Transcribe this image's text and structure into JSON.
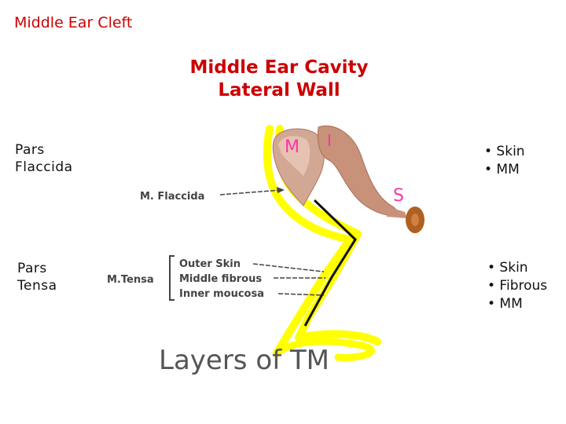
{
  "slide": {
    "section": "Middle Ear Cleft",
    "title_line1": "Middle Ear Cavity",
    "title_line2": "Lateral Wall",
    "pars_flaccida_line1": "Pars",
    "pars_flaccida_line2": "Flaccida",
    "pars_tensa_line1": "Pars",
    "pars_tensa_line2": "Tensa",
    "flaccida_layers": [
      "• Skin",
      "• MM"
    ],
    "tensa_layers": [
      "• Skin",
      "• Fibrous",
      "• MM"
    ]
  },
  "figure": {
    "ossicle_m": "M",
    "ossicle_i": "I",
    "ossicle_s": "S",
    "m_flaccida": "M. Flaccida",
    "m_tensa": "M.Tensa",
    "outer_skin": "Outer Skin",
    "middle_fibrous": "Middle fibrous",
    "inner_mucosa": "Inner moucosa",
    "caption": "Layers of TM",
    "colors": {
      "title_red": "#cc0000",
      "yellow_layer": "#ffff00",
      "ossicle_brown": "#c89680",
      "ossicle_pink": "#e0b8a8",
      "stapes_footplate": "#b06020",
      "ossicle_letters": "#ff33aa"
    }
  }
}
